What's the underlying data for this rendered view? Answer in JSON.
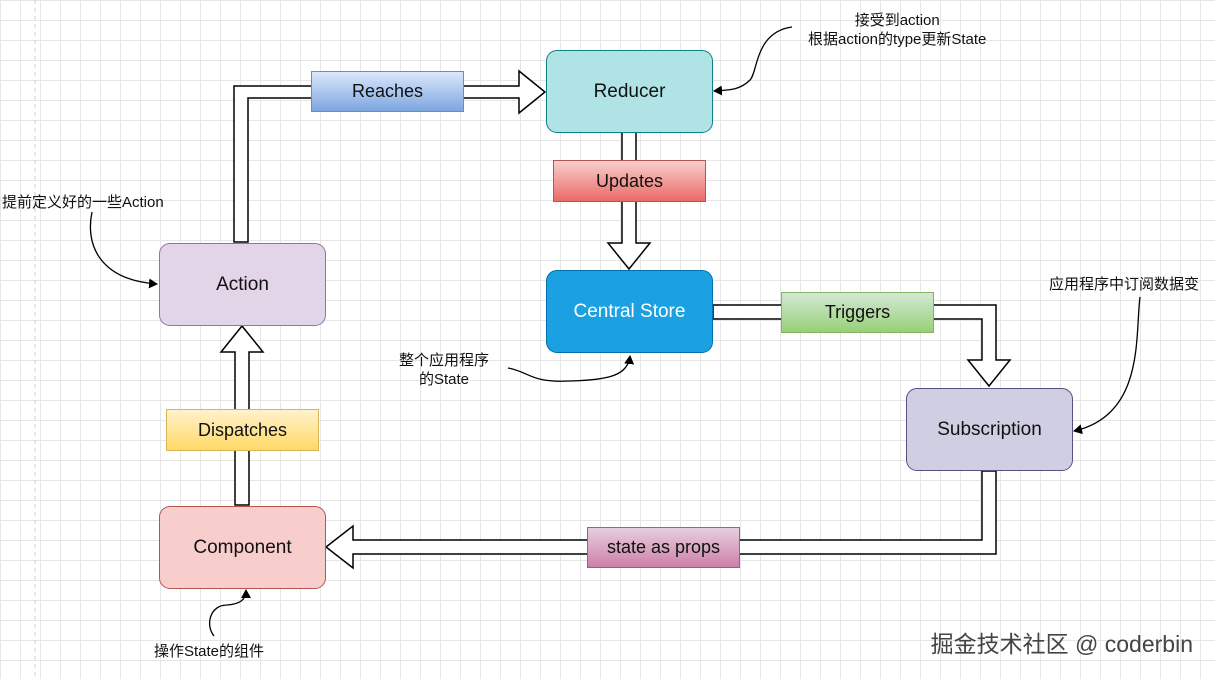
{
  "nodes": {
    "reducer": "Reducer",
    "action": "Action",
    "central_store": "Central Store",
    "subscription": "Subscription",
    "component": "Component"
  },
  "edges": {
    "reaches": "Reaches",
    "updates": "Updates",
    "triggers": "Triggers",
    "dispatches": "Dispatches",
    "state_as_props": "state as props"
  },
  "notes": {
    "reducer_line1": "接受到action",
    "reducer_line2": "根据action的type更新State",
    "action": "提前定义好的一些Action",
    "store_line1": "整个应用程序",
    "store_line2": "的State",
    "subscription": "应用程序中订阅数据变",
    "component": "操作State的组件"
  },
  "watermark": "掘金技术社区 @ coderbin",
  "colors": {
    "reducer": "#b0e3e6",
    "action": "#e1d5e7",
    "central_store": "#1ba1e2",
    "subscription": "#d0cee2",
    "component": "#f8cecc",
    "reaches": "#7ea6e0",
    "updates": "#ea6b66",
    "triggers": "#97d077",
    "dispatches": "#ffd966",
    "state_as_props": "#cd7fa8"
  }
}
